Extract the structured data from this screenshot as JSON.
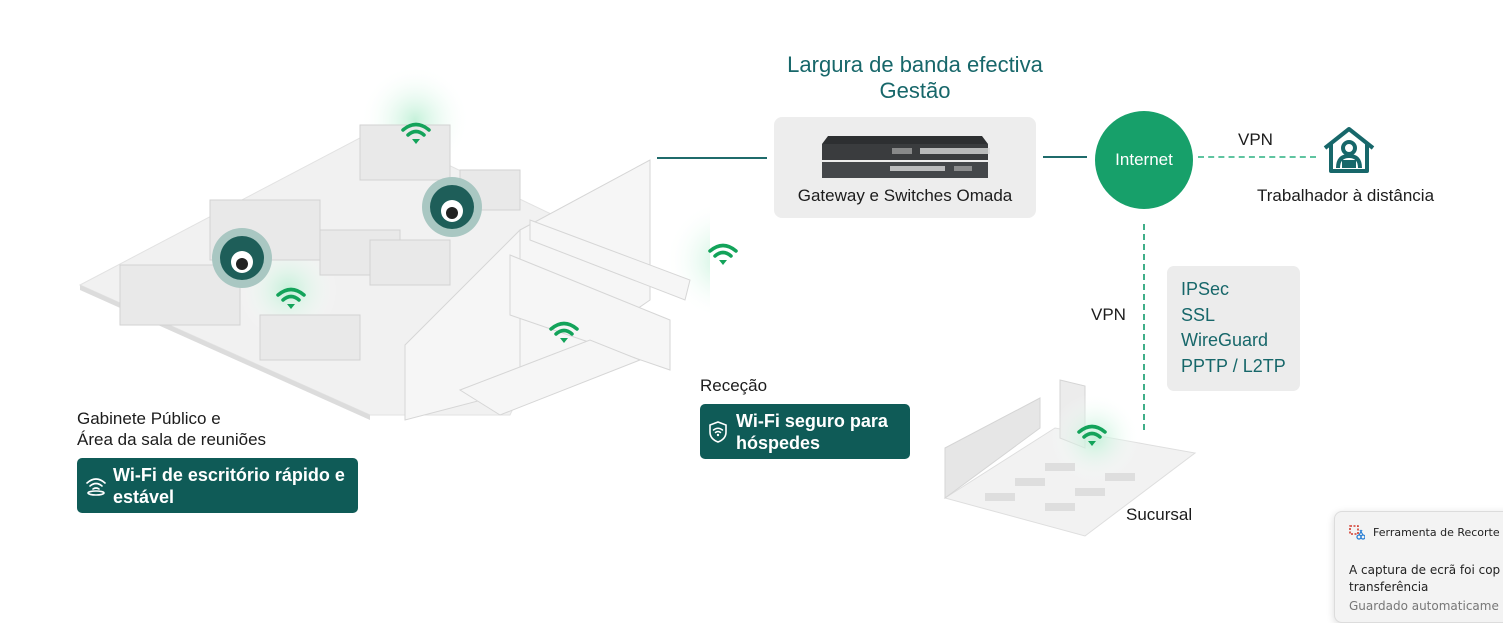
{
  "heading": {
    "line1": "Largura de banda efectiva",
    "line2": "Gestão"
  },
  "gateway": {
    "label": "Gateway e Switches Omada",
    "icon": "gateway-switch-device"
  },
  "internet": {
    "label": "Internet"
  },
  "remote": {
    "vpn_label": "VPN",
    "label": "Trabalhador à distância",
    "icon": "home-worker-icon"
  },
  "branch": {
    "vpn_label": "VPN",
    "label": "Sucursal",
    "protocols": [
      "IPSec",
      "SSL",
      "WireGuard",
      "PPTP / L2TP"
    ]
  },
  "office": {
    "title_line1": "Gabinete Público e",
    "title_line2": "Área da sala de reuniões",
    "badge_line1": "Wi-Fi de escritório rápido e",
    "badge_line2": "estável",
    "badge_icon": "wifi-ap-icon"
  },
  "reception": {
    "title": "Receção",
    "badge_line1": "Wi-Fi seguro para",
    "badge_line2": "hóspedes",
    "badge_icon": "shield-wifi-icon"
  },
  "toast": {
    "app": "Ferramenta de Recorte",
    "message_line1": "A captura de ecrã foi cop",
    "message_line2": "transferência",
    "message_line3": "Guardado automaticame"
  },
  "colors": {
    "brand_teal": "#17676a",
    "internet_green": "#17a06a",
    "badge_bg": "#0f5b57",
    "wifi_green": "#13a35a"
  }
}
